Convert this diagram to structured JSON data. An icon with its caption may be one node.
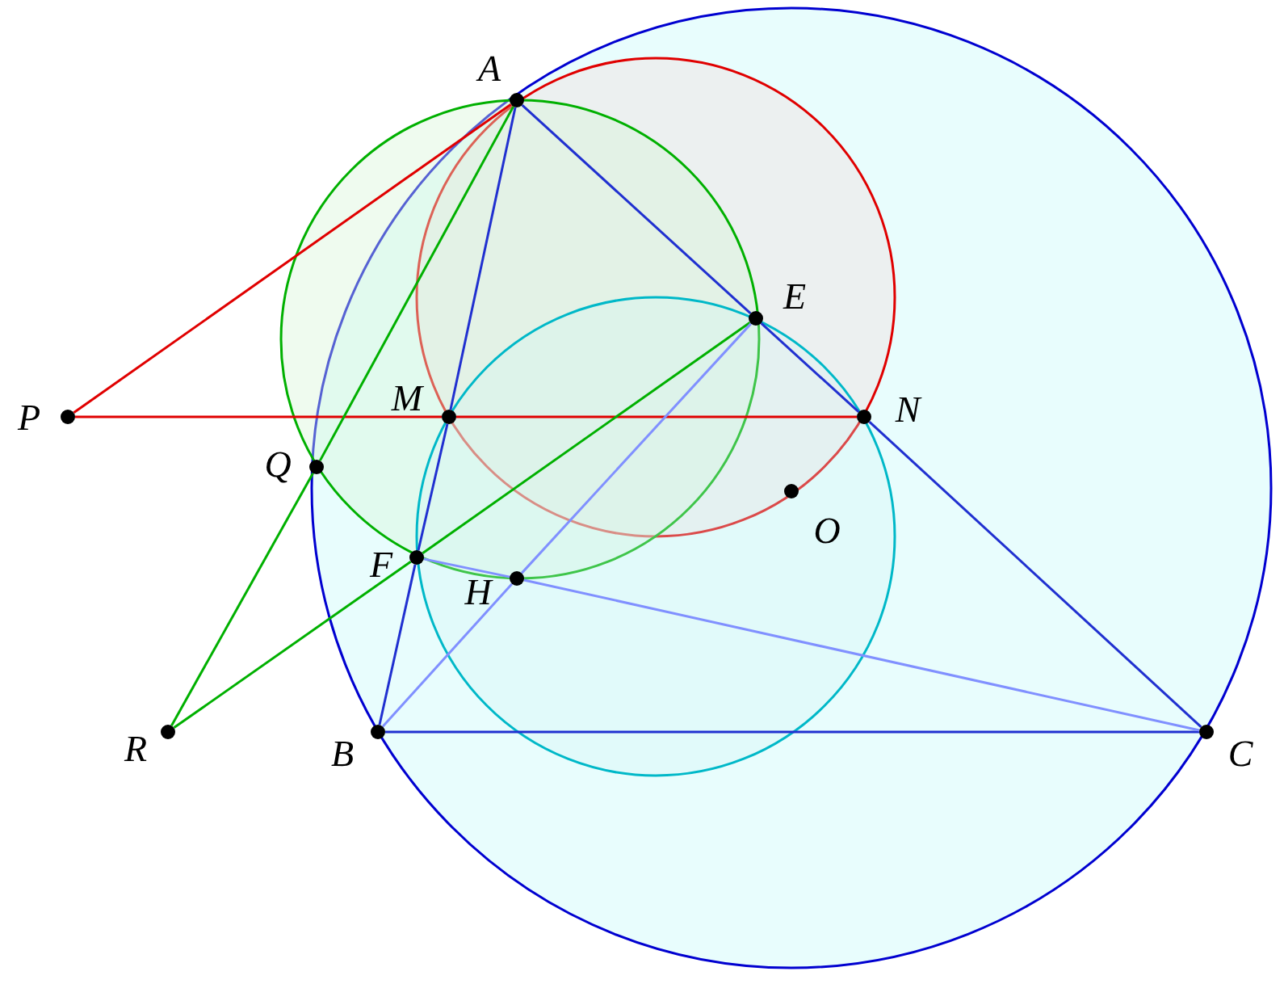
{
  "diagram": {
    "nodes": [
      {
        "text": [
          "A"
        ]
      },
      {
        "text": [
          "E"
        ]
      },
      {
        "text": [
          "P"
        ]
      },
      {
        "text": [
          "M"
        ]
      },
      {
        "text": [
          "N"
        ]
      },
      {
        "text": [
          "Q"
        ]
      },
      {
        "text": [
          "O"
        ]
      },
      {
        "text": [
          "F"
        ]
      },
      {
        "text": [
          "H"
        ]
      },
      {
        "text": [
          "R"
        ]
      },
      {
        "text": [
          "B"
        ]
      },
      {
        "text": [
          "C"
        ]
      }
    ],
    "edges": [
      {
        "from": 2,
        "to": 0,
        "arrow": "none",
        "color": "#e00000"
      },
      {
        "from": 2,
        "to": 3,
        "arrow": "none",
        "color": "#e00000"
      },
      {
        "from": 3,
        "to": 4,
        "arrow": "none",
        "color": "#e00000"
      },
      {
        "from": 0,
        "to": 3,
        "arrow": "none"
      },
      {
        "from": 3,
        "to": 7,
        "arrow": "none"
      },
      {
        "from": 7,
        "to": 10,
        "arrow": "none"
      },
      {
        "from": 0,
        "to": 1,
        "arrow": "none"
      },
      {
        "from": 1,
        "to": 4,
        "arrow": "none"
      },
      {
        "from": 4,
        "to": 11,
        "arrow": "none"
      },
      {
        "from": 10,
        "to": 11,
        "arrow": "none"
      },
      {
        "from": 0,
        "to": 5,
        "arrow": "none",
        "color": "#00b000"
      },
      {
        "from": 5,
        "to": 9,
        "arrow": "none",
        "color": "#00b000"
      },
      {
        "from": 9,
        "to": 7,
        "arrow": "none",
        "color": "#00b000"
      },
      {
        "from": 7,
        "to": 1,
        "arrow": "none",
        "color": "#00b000"
      },
      {
        "from": 10,
        "to": 8,
        "arrow": "none",
        "color": "#8090ff"
      },
      {
        "from": 8,
        "to": 1,
        "arrow": "none",
        "color": "#8090ff"
      },
      {
        "from": 7,
        "to": 8,
        "arrow": "none",
        "color": "#8090ff"
      },
      {
        "from": 8,
        "to": 11,
        "arrow": "none",
        "color": "#8090ff"
      }
    ]
  }
}
